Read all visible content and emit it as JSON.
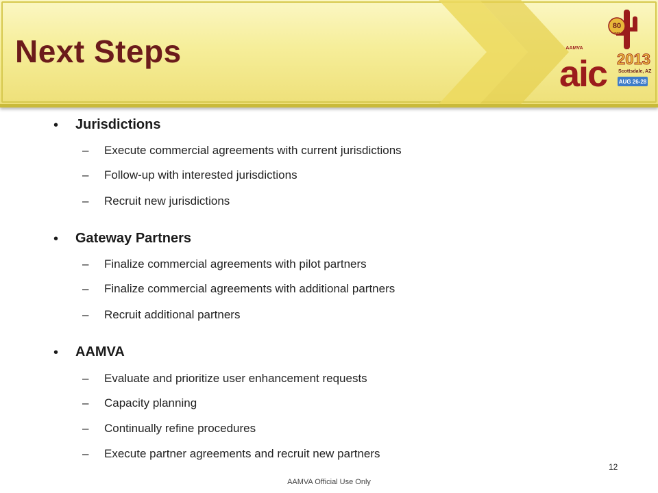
{
  "slide": {
    "title": "Next Steps",
    "sections": [
      {
        "heading": "Jurisdictions",
        "items": [
          "Execute commercial agreements with current jurisdictions",
          "Follow-up with interested jurisdictions",
          "Recruit new jurisdictions"
        ]
      },
      {
        "heading": "Gateway Partners",
        "items": [
          "Finalize commercial agreements with pilot partners",
          "Finalize commercial agreements with additional partners",
          "Recruit additional partners"
        ]
      },
      {
        "heading": "AAMVA",
        "items": [
          "Evaluate and prioritize user enhancement requests",
          "Capacity planning",
          "Continually refine procedures",
          "Execute partner agreements and recruit new partners"
        ]
      }
    ],
    "bullet_glyph": "•",
    "dash_glyph": "–",
    "page_number": "12",
    "footer": "AAMVA Official Use Only"
  },
  "logo": {
    "badge": "80",
    "badge_sub": "years",
    "org": "AAMVA",
    "event": "aic",
    "year": "2013",
    "location": "Scottsdale, AZ",
    "dates": "AUG 26-28"
  },
  "colors": {
    "title": "#6b1b1b",
    "header_bg": "#f6ee9a",
    "chevron": "#e9d456",
    "logo_red": "#9b1c1c",
    "logo_gold": "#e8b93a",
    "dates_bg": "#3d7cc9"
  }
}
